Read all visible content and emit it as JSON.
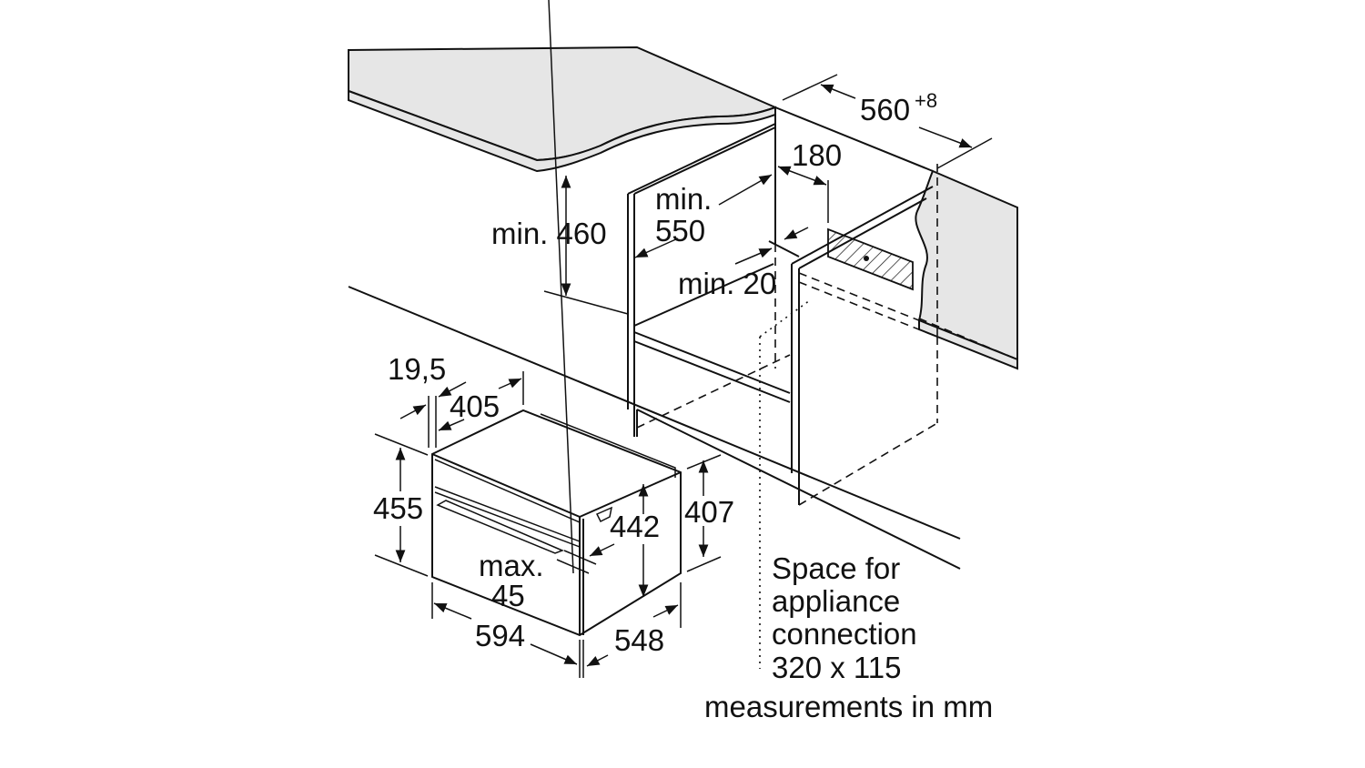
{
  "diagram": {
    "labels": {
      "width_niche": "560",
      "width_niche_tolerance": "+8",
      "dist_180": "180",
      "min_550_a": "min.",
      "min_550_b": "550",
      "min_460": "min. 460",
      "min_20": "min. 20",
      "d_19_5": "19,5",
      "d_405": "405",
      "d_455": "455",
      "d_442": "442",
      "d_407": "407",
      "max_45_a": "max.",
      "max_45_b": "45",
      "d_594": "594",
      "d_548": "548"
    },
    "note_lines": [
      "Space for",
      "appliance",
      "connection",
      "320 x 115"
    ],
    "units_note": "measurements in mm"
  }
}
